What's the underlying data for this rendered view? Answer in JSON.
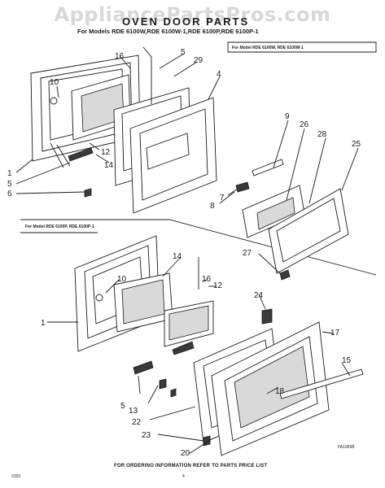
{
  "watermark": "AppliancePartsPros.com",
  "title": "OVEN DOOR PARTS",
  "subtitle": "For Models RDE 6100W,RDE 6100W-1,RDE 6100P,RDE 6100P-1",
  "inset_top_label": "For Model RDE 6100W, RDE 6100W-1",
  "inset_bottom_label": "For Model RDE 6100P, RDE 6100P-1",
  "footer": "FOR ORDERING INFORMATION REFER TO PARTS PRICE LIST",
  "drawing_code": "FA1955B",
  "page_code": "3156",
  "page_number": "4",
  "callouts_top": [
    "16",
    "5",
    "29",
    "4",
    "10",
    "12",
    "14",
    "1",
    "5",
    "6",
    "9",
    "26",
    "28",
    "25",
    "7",
    "8",
    "27"
  ],
  "callouts_bottom": [
    "14",
    "10",
    "16",
    "12",
    "1",
    "24",
    "17",
    "15",
    "18",
    "5",
    "13",
    "22",
    "23",
    "20"
  ]
}
